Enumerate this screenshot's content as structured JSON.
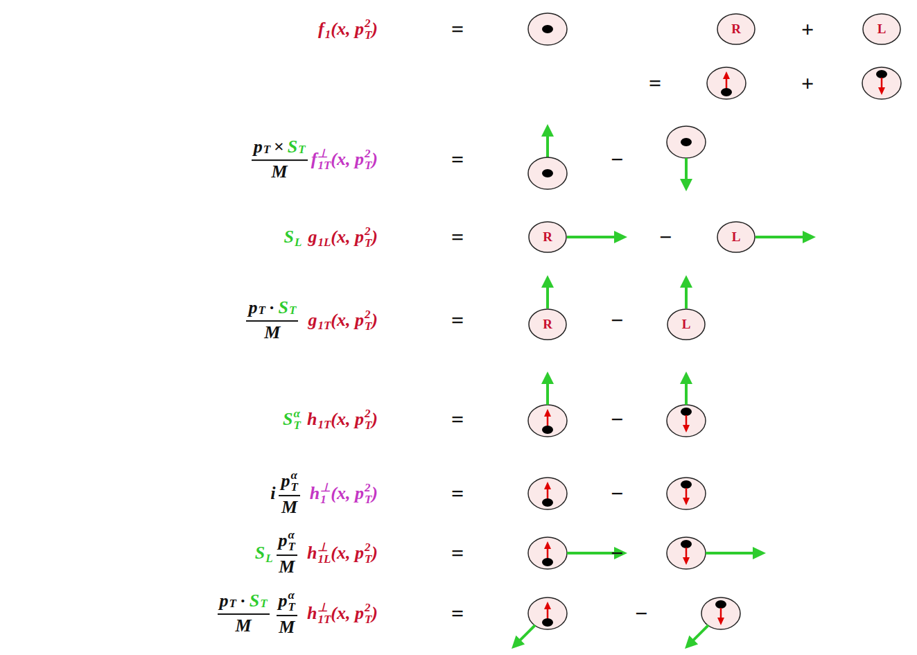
{
  "diagram": {
    "nodes": [
      {
        "text": [
          "R"
        ]
      },
      {
        "text": [
          "L"
        ]
      },
      {
        "text": [
          "R"
        ]
      },
      {
        "text": [
          "L"
        ]
      },
      {
        "text": [
          "R"
        ]
      },
      {
        "text": [
          "L"
        ]
      }
    ],
    "labels": [
      "f",
      "1",
      "(x, p",
      "2",
      "T",
      ")",
      "=",
      "+",
      "=",
      "+",
      "p",
      "T",
      "×",
      "S",
      "T",
      "M",
      "f",
      "⊥",
      "1T",
      "(x, p",
      "2",
      "T",
      ")",
      "=",
      "−",
      "S",
      "L",
      "g",
      "1L",
      "(x, p",
      "2",
      "T",
      ")",
      "=",
      "−",
      "p",
      "T",
      "·",
      "S",
      "T",
      "M",
      "g",
      "1T",
      "(x, p",
      "2",
      "T",
      ")",
      "=",
      "−",
      "S",
      "α",
      "T",
      "h",
      "1T",
      "(x, p",
      "2",
      "T",
      ")",
      "=",
      "−",
      "i",
      "p",
      "α",
      "T",
      "M",
      "h",
      "⊥",
      "1",
      "(x, p",
      "2",
      "T",
      ")",
      "=",
      "−",
      "S",
      "L",
      "p",
      "α",
      "T",
      "M",
      "h",
      "⊥",
      "1L",
      "(x, p",
      "2",
      "T",
      ")",
      "=",
      "−",
      "p",
      "T",
      "·",
      "S",
      "T",
      "M",
      "p",
      "α",
      "T",
      "M",
      "h",
      "⊥",
      "1T",
      "(x, p",
      "2",
      "T",
      ")",
      "=",
      "−"
    ]
  }
}
